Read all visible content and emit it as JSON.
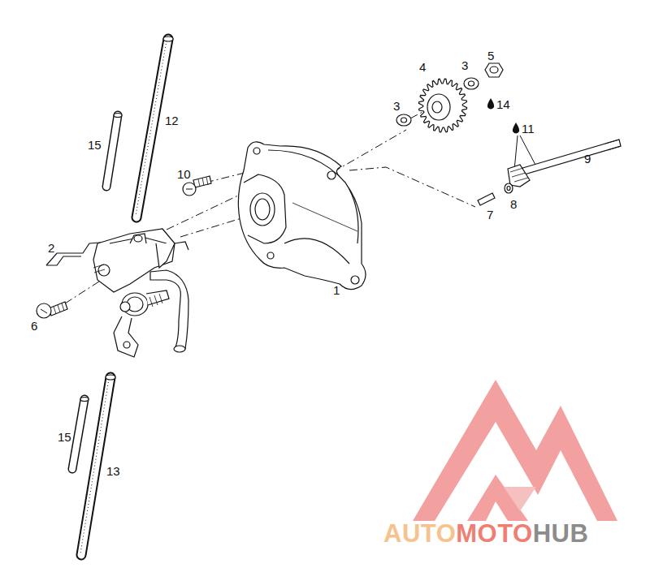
{
  "diagram": {
    "labels": [
      "12",
      "15",
      "10",
      "2",
      "6",
      "1",
      "4",
      "3",
      "5",
      "14",
      "3",
      "11",
      "9",
      "7",
      "8",
      "15",
      "13",
      "AUTO",
      "MOTO",
      "HUB"
    ]
  }
}
